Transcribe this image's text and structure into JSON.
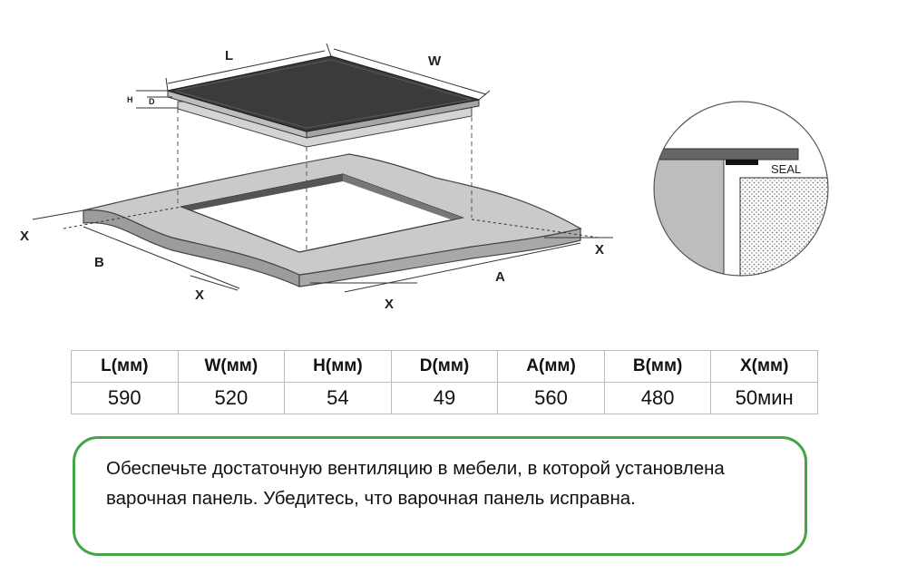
{
  "diagram": {
    "labels": {
      "L": "L",
      "W": "W",
      "H": "H",
      "D": "D",
      "X_left": "X",
      "X_right": "X",
      "X_front_left": "X",
      "X_front_right": "X",
      "A": "A",
      "B": "B",
      "seal": "SEAL"
    }
  },
  "table": {
    "headers": [
      "L(мм)",
      "W(мм)",
      "H(мм)",
      "D(мм)",
      "A(мм)",
      "B(мм)",
      "X(мм)"
    ],
    "values": [
      "590",
      "520",
      "54",
      "49",
      "560",
      "480",
      "50мин"
    ]
  },
  "note": {
    "text": "Обеспечьте достаточную вентиляцию в мебели, в которой установлена варочная панель. Убедитесь, что варочная панель исправна."
  },
  "colors": {
    "note_border": "#43a543",
    "hob_top": "#3b3b3b",
    "worktop": "#c9c9c9",
    "cutout": "#6e6e6e"
  }
}
